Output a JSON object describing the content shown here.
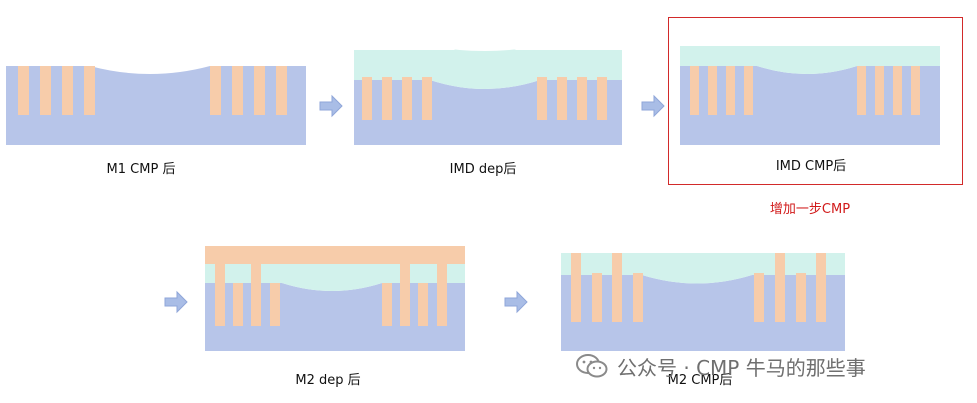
{
  "colors": {
    "substrate": "#b7c5e9",
    "fill": "#d2f2ec",
    "metal": "#f7ccaa",
    "arrow": "#a9bde6",
    "arrow_stroke": "#8fa6d9",
    "note": "#d11a1a",
    "highlight_border": "#d22a2a",
    "watermark": "#6f6f6f"
  },
  "steps": [
    {
      "id": "m1-cmp",
      "caption": "M1 CMP 后"
    },
    {
      "id": "imd-dep",
      "caption": "IMD dep后"
    },
    {
      "id": "imd-cmp",
      "caption": "IMD CMP后",
      "note": "增加一步CMP"
    },
    {
      "id": "m2-dep",
      "caption": "M2 dep 后"
    },
    {
      "id": "m2-cmp",
      "caption": "M2 CMP后"
    }
  ],
  "watermark": {
    "icon": "wechat-icon",
    "text": "公众号 · CMP 牛马的那些事"
  }
}
